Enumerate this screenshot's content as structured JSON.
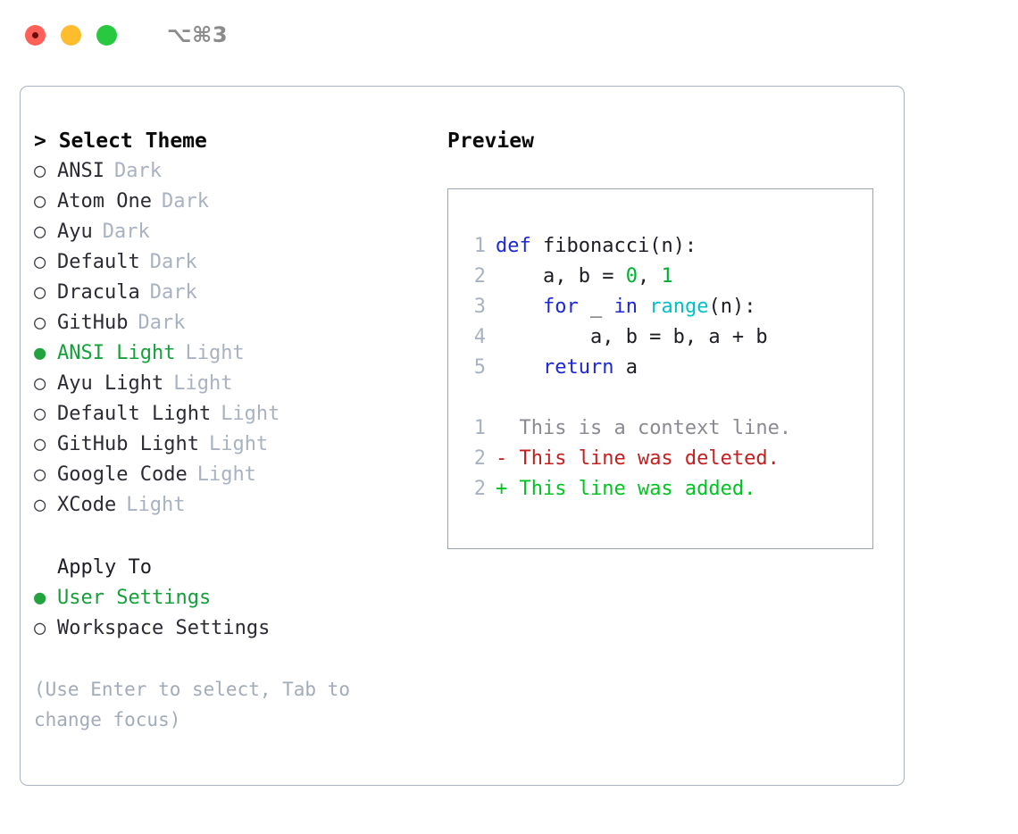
{
  "window": {
    "title": "⌥⌘3",
    "traffic_lights": [
      "close",
      "minimize",
      "maximize"
    ]
  },
  "left_pane": {
    "header": "> Select Theme",
    "themes": [
      {
        "marker": "○",
        "name": "ANSI",
        "tag": "Dark",
        "selected": false
      },
      {
        "marker": "○",
        "name": "Atom One",
        "tag": "Dark",
        "selected": false
      },
      {
        "marker": "○",
        "name": "Ayu",
        "tag": "Dark",
        "selected": false
      },
      {
        "marker": "○",
        "name": "Default",
        "tag": "Dark",
        "selected": false
      },
      {
        "marker": "○",
        "name": "Dracula",
        "tag": "Dark",
        "selected": false
      },
      {
        "marker": "○",
        "name": "GitHub",
        "tag": "Dark",
        "selected": false
      },
      {
        "marker": "●",
        "name": "ANSI Light",
        "tag": "Light",
        "selected": true
      },
      {
        "marker": "○",
        "name": "Ayu Light",
        "tag": "Light",
        "selected": false
      },
      {
        "marker": "○",
        "name": "Default Light",
        "tag": "Light",
        "selected": false
      },
      {
        "marker": "○",
        "name": "GitHub Light",
        "tag": "Light",
        "selected": false
      },
      {
        "marker": "○",
        "name": "Google Code",
        "tag": "Light",
        "selected": false
      },
      {
        "marker": "○",
        "name": "XCode",
        "tag": "Light",
        "selected": false
      }
    ],
    "apply_to": {
      "label": "Apply To",
      "options": [
        {
          "marker": "●",
          "name": "User Settings",
          "selected": true
        },
        {
          "marker": "○",
          "name": "Workspace Settings",
          "selected": false
        }
      ]
    },
    "hint": "(Use Enter to select, Tab to change focus)"
  },
  "right_pane": {
    "header": "Preview",
    "code": {
      "lines": [
        {
          "gutter": "1",
          "segments": [
            {
              "t": "def",
              "c": "kw"
            },
            {
              "t": " fibonacci(n):",
              "c": "code-text"
            }
          ]
        },
        {
          "gutter": "2",
          "segments": [
            {
              "t": "    a, b = ",
              "c": "code-text"
            },
            {
              "t": "0",
              "c": "num"
            },
            {
              "t": ", ",
              "c": "code-text"
            },
            {
              "t": "1",
              "c": "num"
            }
          ]
        },
        {
          "gutter": "3",
          "segments": [
            {
              "t": "    ",
              "c": "code-text"
            },
            {
              "t": "for",
              "c": "kw"
            },
            {
              "t": " _ ",
              "c": "code-text"
            },
            {
              "t": "in",
              "c": "kw"
            },
            {
              "t": " ",
              "c": "code-text"
            },
            {
              "t": "range",
              "c": "fn"
            },
            {
              "t": "(n):",
              "c": "code-text"
            }
          ]
        },
        {
          "gutter": "4",
          "segments": [
            {
              "t": "        a, b = b, a + b",
              "c": "code-text"
            }
          ]
        },
        {
          "gutter": "5",
          "segments": [
            {
              "t": "    ",
              "c": "code-text"
            },
            {
              "t": "return",
              "c": "kw"
            },
            {
              "t": " a",
              "c": "code-text"
            }
          ]
        }
      ]
    },
    "diff": {
      "lines": [
        {
          "gutter": "1",
          "marker": " ",
          "text": " This is a context line.",
          "kind": "ctx"
        },
        {
          "gutter": "2",
          "marker": "-",
          "text": " This line was deleted.",
          "kind": "del"
        },
        {
          "gutter": "2",
          "marker": "+",
          "text": " This line was added.",
          "kind": "add"
        }
      ]
    }
  },
  "colors": {
    "accent_green": "#15a03a",
    "keyword_blue": "#1d27d8",
    "number_green": "#00b033",
    "function_cyan": "#00c0c8",
    "diff_delete_red": "#c22020",
    "diff_add_green": "#00c421",
    "muted_gray": "#a9b2c0",
    "border_gray": "#aab3c0",
    "text_dark": "#2b2b33"
  }
}
